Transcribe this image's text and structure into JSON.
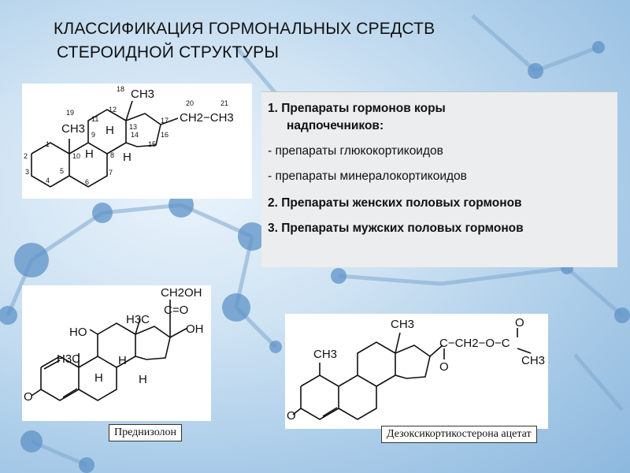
{
  "slide": {
    "title_line1": "КЛАССИФИКАЦИЯ ГОРМОНАЛЬНЫХ СРЕДСТВ",
    "title_line2": "СТЕРОИДНОЙ СТРУКТУРЫ"
  },
  "classification": {
    "item1_line1": "1. Препараты гормонов коры",
    "item1_line2": "надпочечников:",
    "sub1": "- препараты глюкокортикоидов",
    "sub2": "- препараты минералокортикоидов",
    "item2": "2. Препараты женских половых гормонов",
    "item3": "3. Препараты мужских половых гормонов"
  },
  "steroid_skeleton": {
    "ch3_18": "CH3",
    "ch3_19": "CH3",
    "side_chain": "CH2−CH3",
    "h": "H",
    "atom_numbers": [
      "1",
      "2",
      "3",
      "4",
      "5",
      "6",
      "7",
      "8",
      "9",
      "10",
      "11",
      "12",
      "13",
      "14",
      "15",
      "16",
      "17",
      "18",
      "19",
      "20",
      "21"
    ]
  },
  "prednisolone": {
    "name": "Преднизолон",
    "ch2oh": "CH2OH",
    "co": "C=O",
    "oh": "OH",
    "ho": "HO",
    "h3c": "H3C",
    "h": "H",
    "o": "O"
  },
  "doca": {
    "name": "Дезоксикортикостерона ацетат",
    "ch3": "CH3",
    "side": "C−CH2−O−C",
    "o": "O"
  }
}
